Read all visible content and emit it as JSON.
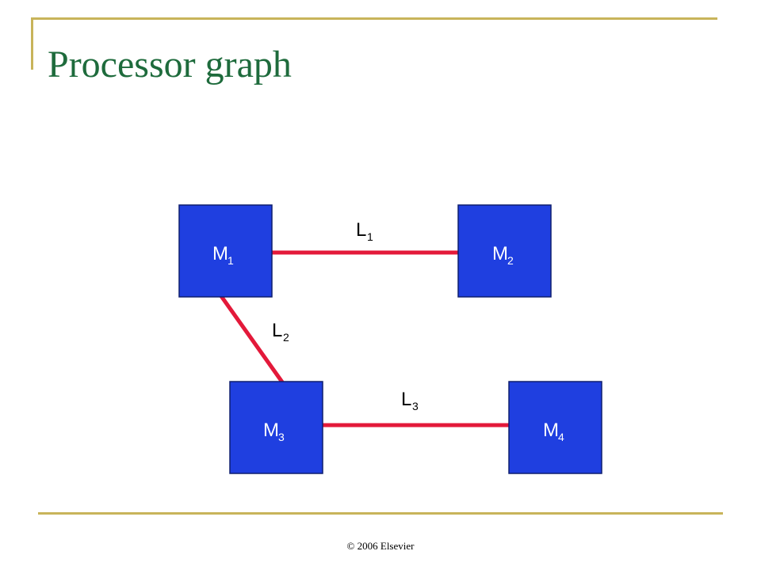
{
  "slide": {
    "title": "Processor graph",
    "footer": "© 2006 Elsevier",
    "accent_color": "#c8b45a",
    "title_color": "#1e6b3c"
  },
  "diagram": {
    "node_color": "#1f3fe0",
    "edge_color": "#e3193a",
    "nodes": [
      {
        "id": "M1",
        "base": "M",
        "sub": "1"
      },
      {
        "id": "M2",
        "base": "M",
        "sub": "2"
      },
      {
        "id": "M3",
        "base": "M",
        "sub": "3"
      },
      {
        "id": "M4",
        "base": "M",
        "sub": "4"
      }
    ],
    "edges": [
      {
        "from": "M1",
        "to": "M2",
        "base": "L",
        "sub": "1"
      },
      {
        "from": "M1",
        "to": "M3",
        "base": "L",
        "sub": "2"
      },
      {
        "from": "M3",
        "to": "M4",
        "base": "L",
        "sub": "3"
      }
    ]
  }
}
